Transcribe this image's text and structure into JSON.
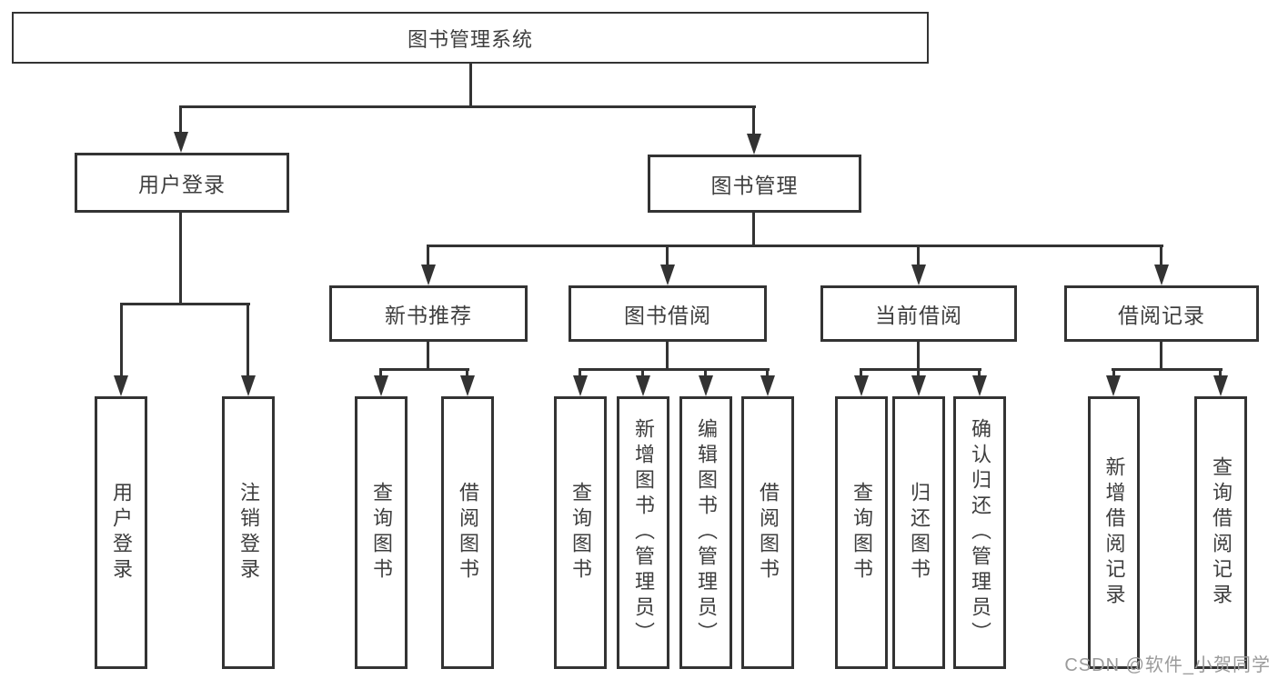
{
  "diagram": {
    "root": {
      "id": "library-system",
      "label": "图书管理系统",
      "children": [
        {
          "id": "user-login",
          "label": "用户登录",
          "children": [
            {
              "id": "leaf-user-login",
              "label": "用户登录"
            },
            {
              "id": "leaf-logout-login",
              "label": "注销登录"
            }
          ]
        },
        {
          "id": "book-management",
          "label": "图书管理",
          "children": [
            {
              "id": "new-book-recommend",
              "label": "新书推荐",
              "children": [
                {
                  "id": "leaf-query-book-a",
                  "label": "查询图书"
                },
                {
                  "id": "leaf-borrow-book-a",
                  "label": "借阅图书"
                }
              ]
            },
            {
              "id": "book-borrowing",
              "label": "图书借阅",
              "children": [
                {
                  "id": "leaf-query-book-b",
                  "label": "查询图书"
                },
                {
                  "id": "leaf-add-book-admin",
                  "label": "新增图书（管理员）"
                },
                {
                  "id": "leaf-edit-book-admin",
                  "label": "编辑图书（管理员）"
                },
                {
                  "id": "leaf-borrow-book-b",
                  "label": "借阅图书"
                }
              ]
            },
            {
              "id": "current-borrowing",
              "label": "当前借阅",
              "children": [
                {
                  "id": "leaf-query-book-c",
                  "label": "查询图书"
                },
                {
                  "id": "leaf-return-book",
                  "label": "归还图书"
                },
                {
                  "id": "leaf-confirm-return-admin",
                  "label": "确认归还（管理员）"
                }
              ]
            },
            {
              "id": "borrowing-records",
              "label": "借阅记录",
              "children": [
                {
                  "id": "leaf-add-borrow-record",
                  "label": "新增借阅记录"
                },
                {
                  "id": "leaf-query-borrow-record",
                  "label": "查询借阅记录"
                }
              ]
            }
          ]
        }
      ]
    }
  },
  "watermark": {
    "text": "CSDN @软件_小贺同学"
  },
  "colors": {
    "line": "#333333",
    "text": "#3e3e3e",
    "watermark": "#9b9b9b",
    "background": "#ffffff"
  }
}
